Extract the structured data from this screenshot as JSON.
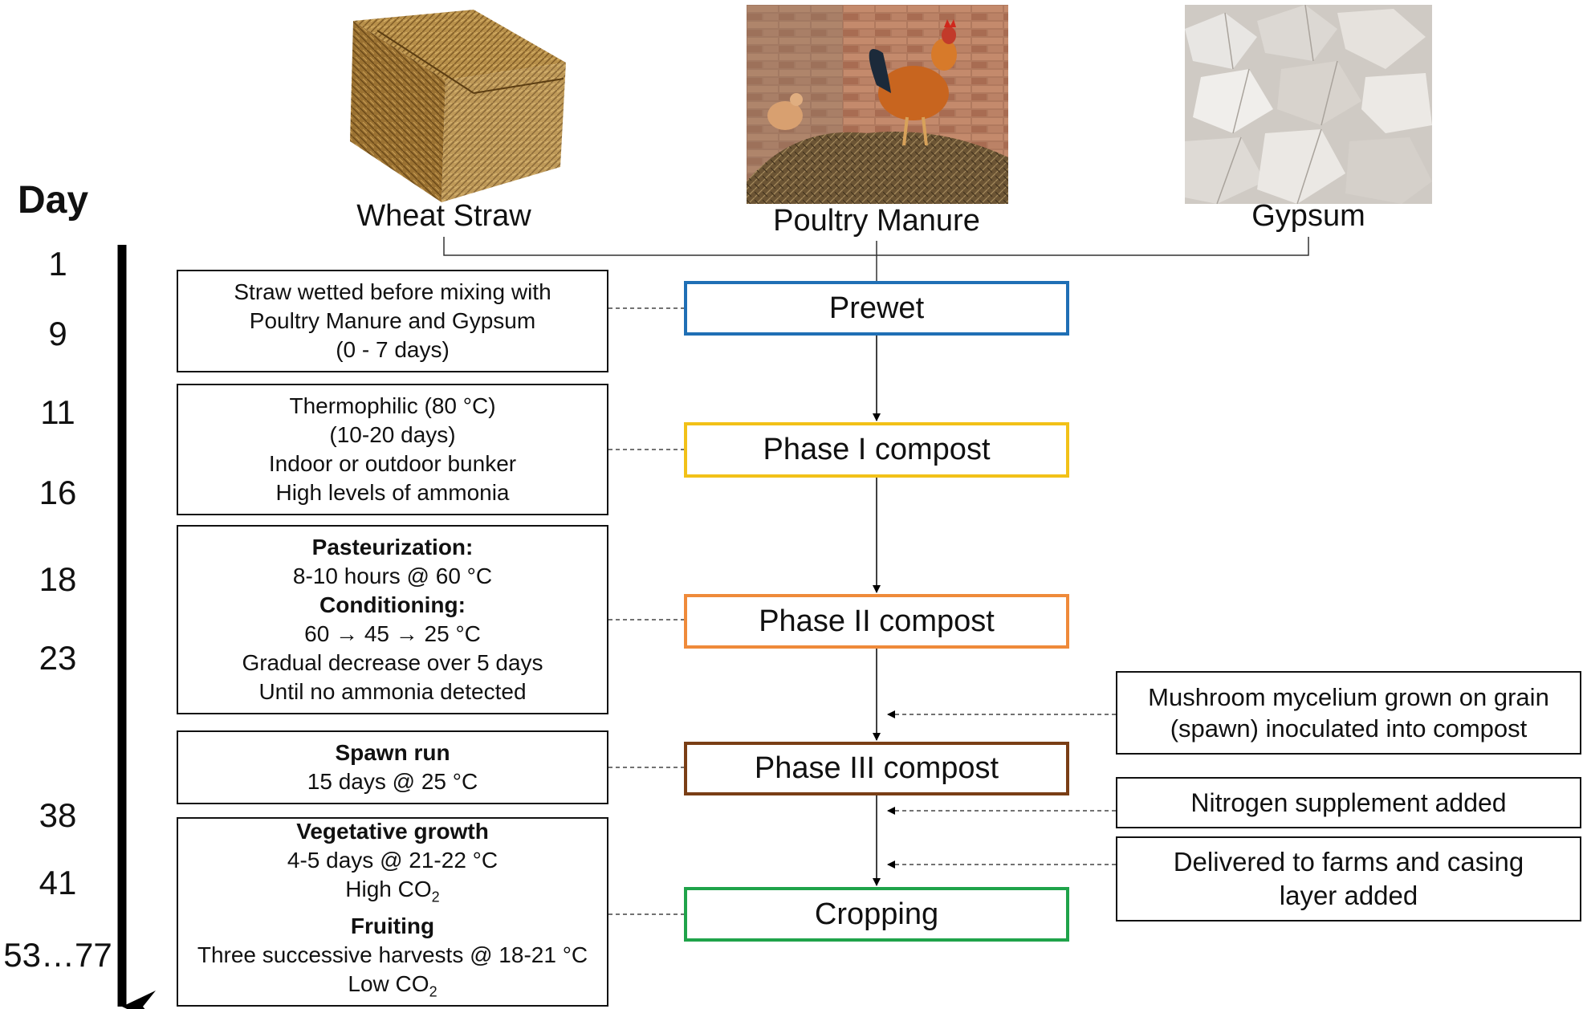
{
  "colors": {
    "prewet": "#1f6fb5",
    "phase1": "#f2c118",
    "phase2": "#ef8a3a",
    "phase3": "#7a3e15",
    "cropping": "#1fa34a"
  },
  "materials": {
    "wheat_straw": {
      "label": "Wheat Straw",
      "icon": "straw-bale-photo"
    },
    "poultry_manure": {
      "label": "Poultry Manure",
      "icon": "rooster-manure-photo"
    },
    "gypsum": {
      "label": "Gypsum",
      "icon": "gypsum-rocks-photo"
    }
  },
  "timeline": {
    "title": "Day",
    "days": [
      "1",
      "9",
      "11",
      "16",
      "18",
      "23",
      "38",
      "41",
      "53…77"
    ]
  },
  "stages": {
    "prewet": "Prewet",
    "phase1": "Phase I compost",
    "phase2": "Phase II compost",
    "phase3": "Phase III compost",
    "cropping": "Cropping"
  },
  "notes": {
    "prewet": [
      "Straw wetted before mixing with",
      "Poultry Manure and Gypsum",
      "(0 - 7 days)"
    ],
    "phase1": [
      "Thermophilic (80 °C)",
      "(10-20 days)",
      "Indoor or outdoor bunker",
      "High levels of ammonia"
    ],
    "phase2": {
      "h1": "Pasteurization:",
      "l1": "8-10 hours @ 60 °C",
      "h2": "Conditioning:",
      "l2": "60 → 45 → 25 °C",
      "l3": "Gradual decrease over 5 days",
      "l4": "Until no ammonia detected"
    },
    "phase3": {
      "h1": "Spawn run",
      "l1": "15 days @ 25 °C"
    },
    "cropping": {
      "h1": "Vegetative growth",
      "l1": "4-5 days @ 21-22 °C",
      "co2_high_pre": "High CO",
      "co2_sub": "2",
      "h2": "Fruiting",
      "l2": "Three successive harvests @ 18-21 °C",
      "co2_low_pre": "Low CO"
    }
  },
  "inputs": {
    "spawn": [
      "Mushroom mycelium grown on grain",
      "(spawn) inoculated into compost"
    ],
    "nitrogen": "Nitrogen supplement added",
    "casing": [
      "Delivered to farms and casing",
      "layer added"
    ]
  }
}
